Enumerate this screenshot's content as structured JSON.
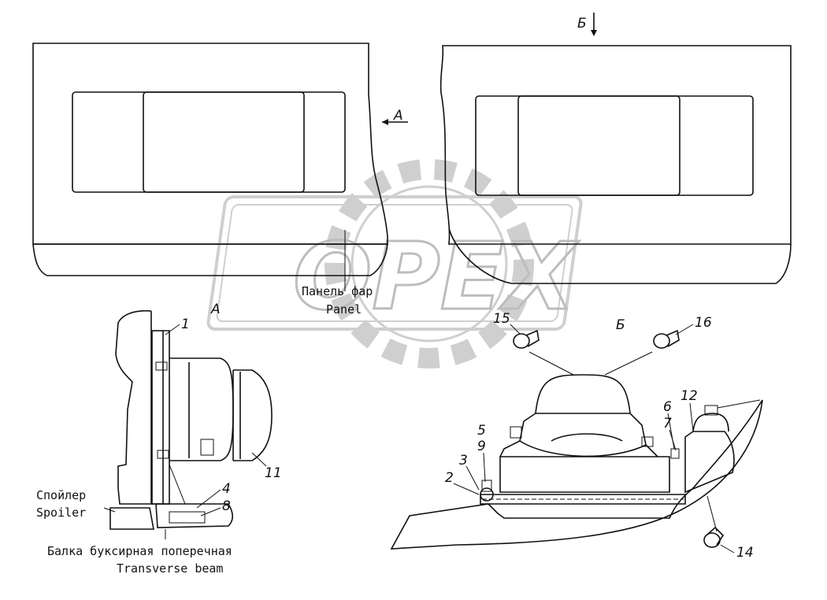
{
  "view_markers": {
    "a_arrow": "A",
    "b_arrow": "Б",
    "a_view": "A",
    "b_view": "Б"
  },
  "labels": {
    "panel_ru": "Панель фар",
    "panel_en": "Panel",
    "spoiler_ru": "Спойлер",
    "spoiler_en": "Spoiler",
    "beam_ru": "Балка буксирная поперечная",
    "beam_en": "Transverse beam"
  },
  "watermark": "OPEX",
  "callouts": {
    "c1": "1",
    "c2": "2",
    "c3": "3",
    "c4": "4",
    "c5": "5",
    "c6": "6",
    "c7": "7",
    "c8": "8",
    "c9": "9",
    "c11": "11",
    "c12": "12",
    "c14": "14",
    "c15": "15",
    "c16": "16"
  }
}
